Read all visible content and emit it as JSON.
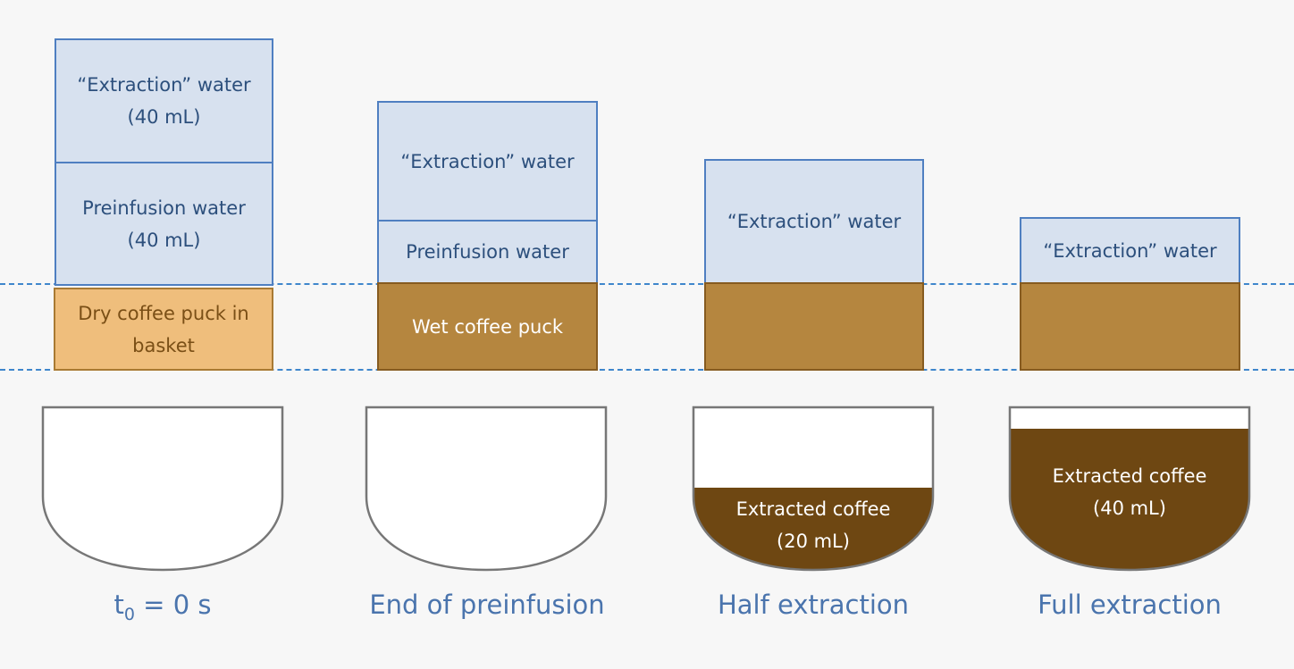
{
  "colors": {
    "water_fill": "#d7e1ef",
    "water_border": "#4f7fc1",
    "dry_puck": "#efbe7c",
    "wet_puck": "#b5863f",
    "extracted_coffee": "#6e4712",
    "guide_line": "#3f86cc",
    "label_text": "#4a74ad"
  },
  "stages": [
    {
      "extraction_water": {
        "line1": "“Extraction” water",
        "line2": "(40 mL)"
      },
      "preinfusion_water": {
        "line1": "Preinfusion water",
        "line2": "(40 mL)"
      },
      "puck": {
        "line1": "Dry coffee puck in",
        "line2": "basket"
      },
      "label": {
        "prefix": "t",
        "subscript": "0",
        "suffix": " = 0 s"
      }
    },
    {
      "extraction_water": {
        "line1": "“Extraction” water"
      },
      "preinfusion_water": {
        "line1": "Preinfusion water"
      },
      "puck": {
        "line1": "Wet coffee puck"
      },
      "label": {
        "text": "End of preinfusion"
      }
    },
    {
      "extraction_water": {
        "line1": "“Extraction” water"
      },
      "cup": {
        "line1": "Extracted coffee",
        "line2": "(20 mL)",
        "fill_fraction": 0.5
      },
      "label": {
        "text": "Half extraction"
      }
    },
    {
      "extraction_water": {
        "line1": "“Extraction” water"
      },
      "cup": {
        "line1": "Extracted coffee",
        "line2": "(40 mL)",
        "fill_fraction": 1.0
      },
      "label": {
        "text": "Full extraction"
      }
    }
  ]
}
